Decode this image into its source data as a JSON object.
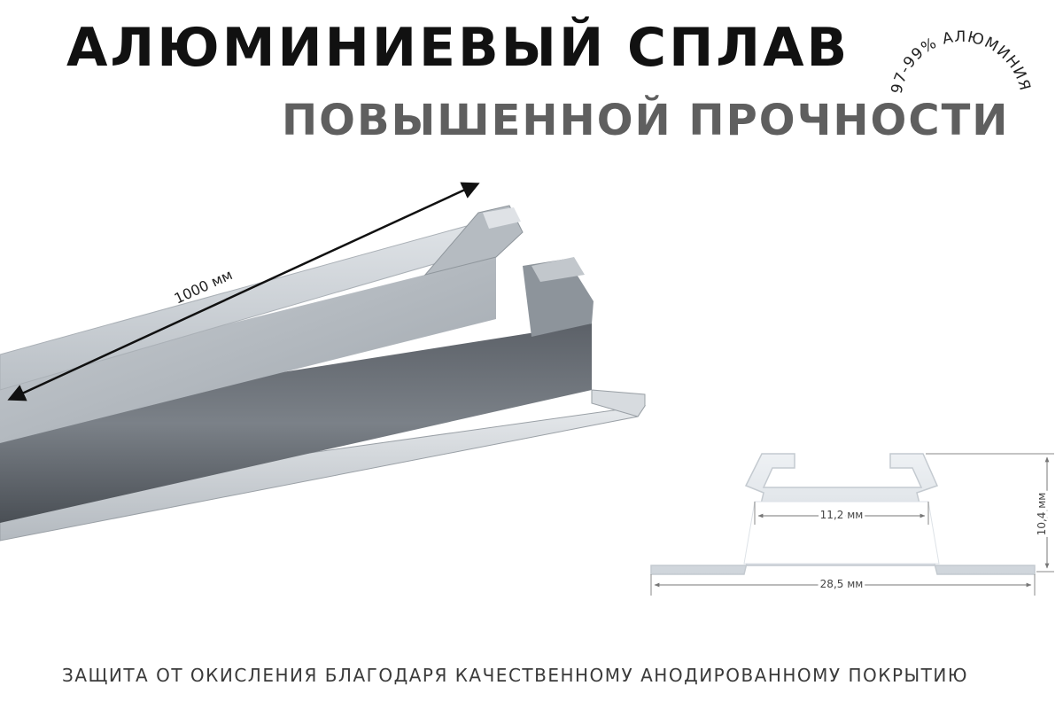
{
  "heading": {
    "line1": "АЛЮМИНИЕВЫЙ СПЛАВ",
    "line2": "ПОВЫШЕННОЙ ПРОЧНОСТИ"
  },
  "badge": {
    "text": "97-99% АЛЮМИНИЯ"
  },
  "dimensions": {
    "length": "1000 мм",
    "inner_width": "11,2 мм",
    "outer_width": "28,5 мм",
    "height": "10,4 мм"
  },
  "footer": {
    "text": "ЗАЩИТА ОТ ОКИСЛЕНИЯ БЛАГОДАРЯ КАЧЕСТВЕННОМУ АНОДИРОВАННОМУ ПОКРЫТИЮ"
  }
}
